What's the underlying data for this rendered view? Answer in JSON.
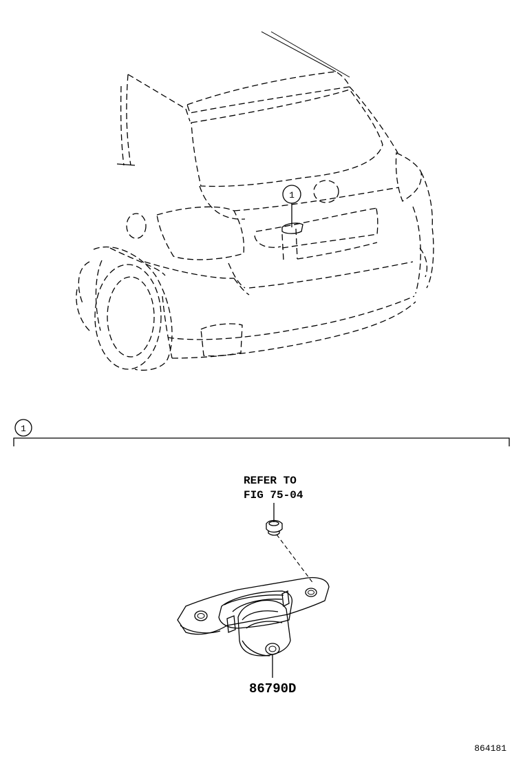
{
  "callouts": {
    "car_marker": "1",
    "section_marker": "1"
  },
  "labels": {
    "refer_line1": "REFER TO",
    "refer_line2": "FIG 75-04",
    "part_number": "86790D",
    "diagram_id": "864181"
  },
  "colors": {
    "ink": "#000000",
    "background": "#ffffff"
  }
}
